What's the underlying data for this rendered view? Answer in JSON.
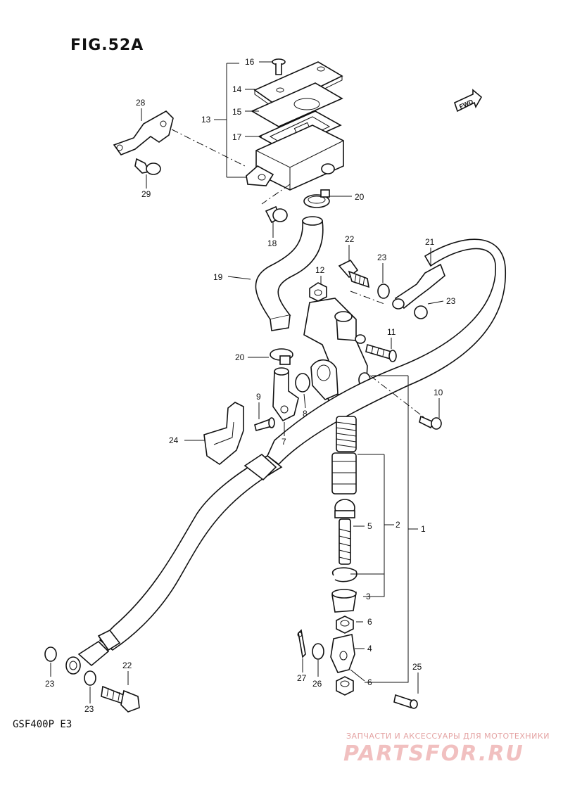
{
  "figure_title": "FIG.52A",
  "model_label": "GSF400P  E3",
  "fwd_label": "FWD",
  "watermark": {
    "tagline": "ЗАПЧАСТИ И АКСЕССУАРЫ ДЛЯ МОТОТЕХНИКИ",
    "brand": "PARTSFOR.RU"
  },
  "callouts": {
    "c1": "1",
    "c2": "2",
    "c3": "3",
    "c4": "4",
    "c5": "5",
    "c6a": "6",
    "c6b": "6",
    "c7": "7",
    "c8": "8",
    "c9": "9",
    "c10": "10",
    "c11": "11",
    "c12": "12",
    "c13": "13",
    "c14": "14",
    "c15": "15",
    "c16": "16",
    "c17": "17",
    "c18": "18",
    "c19": "19",
    "c20a": "20",
    "c20b": "20",
    "c21": "21",
    "c22a": "22",
    "c22b": "22",
    "c23a": "23",
    "c23b": "23",
    "c23c": "23",
    "c23d": "23",
    "c24": "24",
    "c25": "25",
    "c26": "26",
    "c27": "27",
    "c28": "28",
    "c29": "29"
  }
}
